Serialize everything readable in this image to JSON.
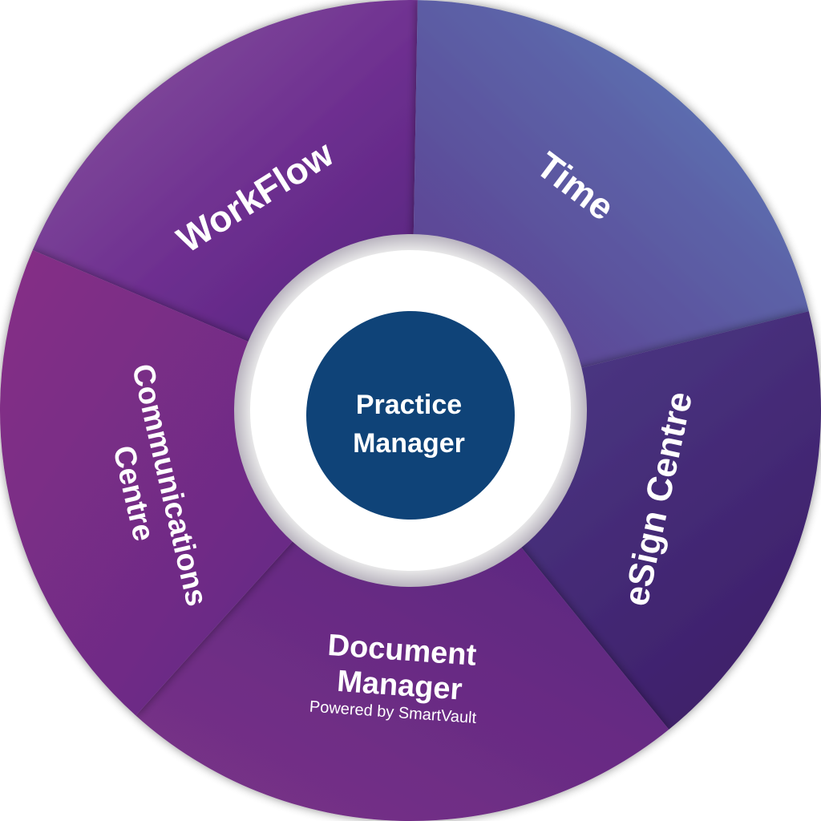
{
  "center": {
    "line1": "Practice",
    "line2": "Manager"
  },
  "segments": [
    {
      "id": "workflow",
      "lines": [
        "WorkFlow"
      ]
    },
    {
      "id": "time",
      "lines": [
        "Time"
      ]
    },
    {
      "id": "esign",
      "lines": [
        "eSign Centre"
      ]
    },
    {
      "id": "document-manager",
      "lines": [
        "Document",
        "Manager"
      ],
      "subtitle": "Powered by SmartVault"
    },
    {
      "id": "communications",
      "lines": [
        "Communications",
        "Centre"
      ]
    }
  ],
  "colors": {
    "center_fill": "#0f4378",
    "ring": "#ffffff",
    "purple_light": "#8a3d8f",
    "purple_dark": "#4a237a",
    "blue": "#5a7ab8"
  }
}
